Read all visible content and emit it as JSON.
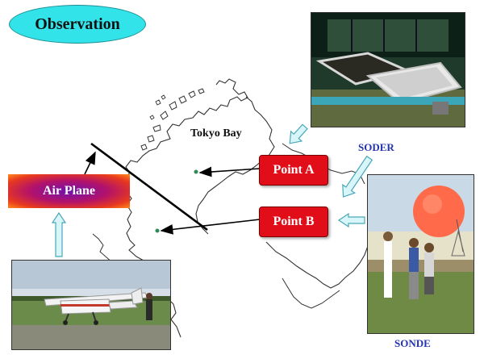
{
  "title": "Observation",
  "labels": {
    "bay": "Tokyo Bay",
    "point_a": "Point A",
    "point_b": "Point B",
    "air_plane": "Air Plane",
    "soder": "SODER",
    "sonde": "SONDE"
  },
  "colors": {
    "title_oval": "#33e3ea",
    "point_box": "#e10e1a",
    "arrow_fill": "#d8f6fa",
    "arrow_stroke": "#4aa8b8",
    "accent_text": "#2433b0",
    "map_dot": "#2e8b57"
  }
}
